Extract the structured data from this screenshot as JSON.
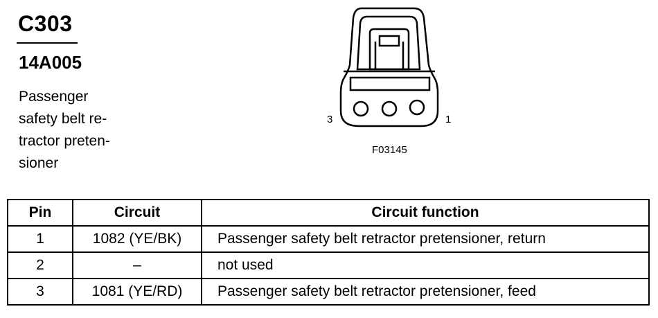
{
  "connector": {
    "id": "C303",
    "part_number": "14A005",
    "description": "Passenger\nsafety belt re-\ntractor preten-\nsioner"
  },
  "figure": {
    "pin_left_label": "3",
    "pin_right_label": "1",
    "figure_code": "F03145"
  },
  "table": {
    "headers": [
      "Pin",
      "Circuit",
      "Circuit function"
    ],
    "rows": [
      [
        "1",
        "1082 (YE/BK)",
        "Passenger safety belt retractor pretensioner, return"
      ],
      [
        "2",
        "–",
        "not used"
      ],
      [
        "3",
        "1081 (YE/RD)",
        "Passenger safety belt retractor pretensioner, feed"
      ]
    ]
  }
}
